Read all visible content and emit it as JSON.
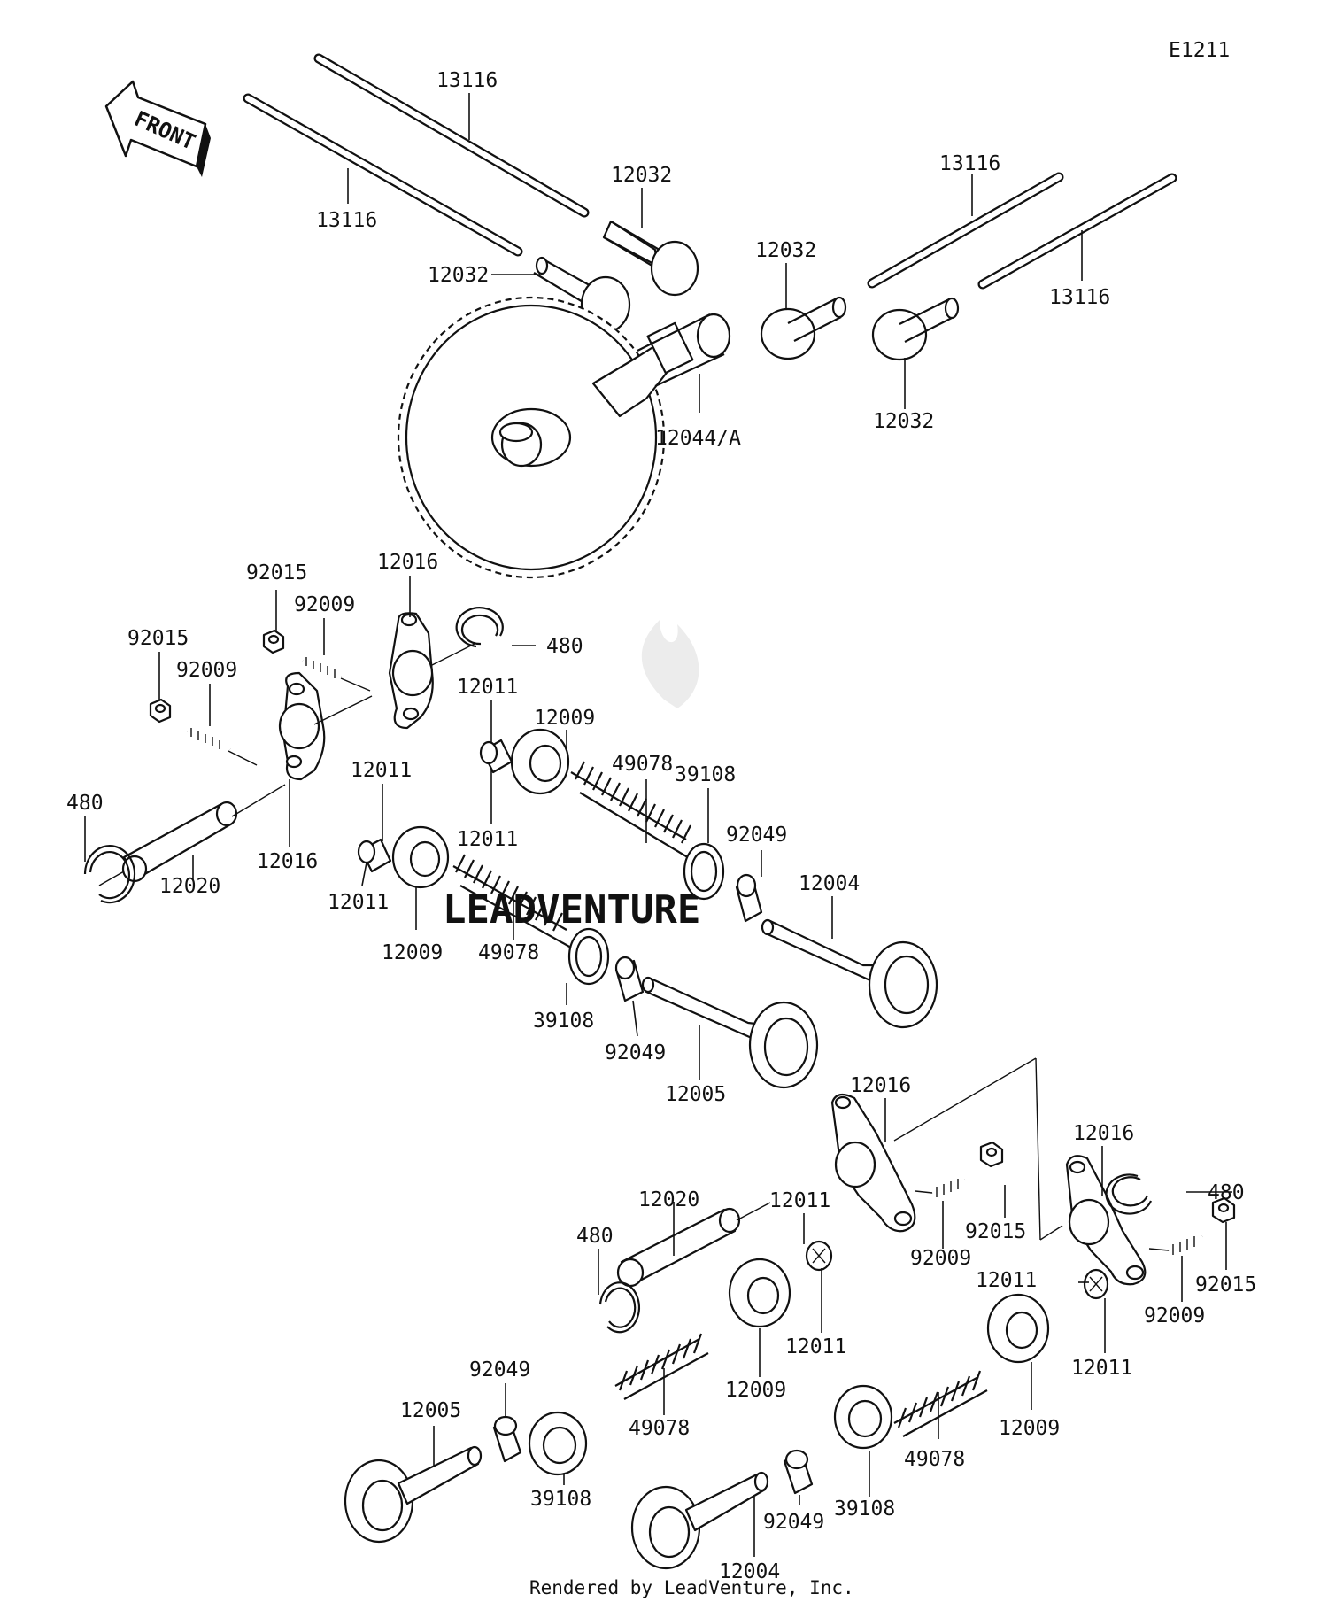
{
  "diagram_id": "E1211",
  "orientation_label": "FRONT",
  "watermark": "LEADVENTURE",
  "footer": "Rendered by LeadVenture, Inc.",
  "part_numbers": {
    "push_rod": "13116",
    "lifter": "12032",
    "camshaft": "12044/A",
    "rocker_arm": "12016",
    "nut": "92015",
    "adjusting_screw": "92009",
    "circlip": "480",
    "rocker_shaft": "12020",
    "collet": "12011",
    "spring_retainer": "12009",
    "valve_spring": "49078",
    "spring_seat": "39108",
    "valve_stem_seal": "92049",
    "exhaust_valve": "12004",
    "intake_valve": "12005"
  }
}
